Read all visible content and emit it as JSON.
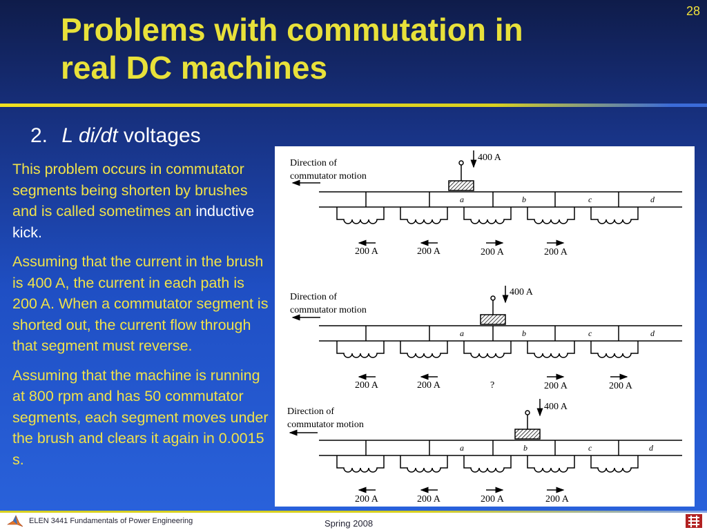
{
  "slide_number": "28",
  "title": {
    "line1": "Problems with commutation in",
    "line2": "real DC machines"
  },
  "subheading": {
    "number": "2.",
    "italic": "L di/dt",
    "rest": "voltages"
  },
  "paragraphs": {
    "p1_main": "This problem occurs in commutator segments being shorten by brushes and is called sometimes an",
    "p1_highlight": "inductive kick.",
    "p2": "Assuming that the current in the brush is 400 A, the current in each path is 200 A. When a commutator segment is shorted out, the current flow through that segment must reverse.",
    "p3": "Assuming that the machine is running at 800 rpm and has 50 commutator segments, each segment moves under the brush and clears it again in 0.0015 s."
  },
  "figure": {
    "panel1": {
      "direction": [
        "Direction of",
        "commutator motion"
      ],
      "brush_current": "400 A",
      "segments": [
        "a",
        "b",
        "c",
        "d"
      ],
      "path_currents": [
        "200 A",
        "200 A",
        "200 A",
        "200 A"
      ]
    },
    "panel2": {
      "direction": [
        "Direction of",
        "commutator motion"
      ],
      "brush_current": "400 A",
      "segments": [
        "a",
        "b",
        "c",
        "d"
      ],
      "path_currents": [
        "200 A",
        "200 A",
        "?",
        "200 A",
        "200 A"
      ]
    },
    "panel3": {
      "direction": [
        "Direction of",
        "commutator motion"
      ],
      "brush_current": "400 A",
      "segments": [
        "a",
        "b",
        "c",
        "d"
      ],
      "path_currents": [
        "200 A",
        "200 A",
        "200 A",
        "200 A"
      ]
    }
  },
  "footer": {
    "course": "ELEN 3441 Fundamentals of Power Engineering",
    "term": "Spring 2008"
  },
  "icons": {
    "left_logo": "matlab-logo-icon",
    "right_logo": "university-logo-icon"
  },
  "colors": {
    "title": "#e8e13a",
    "body_text": "#f0e24a",
    "background": "#1f4fc4"
  }
}
